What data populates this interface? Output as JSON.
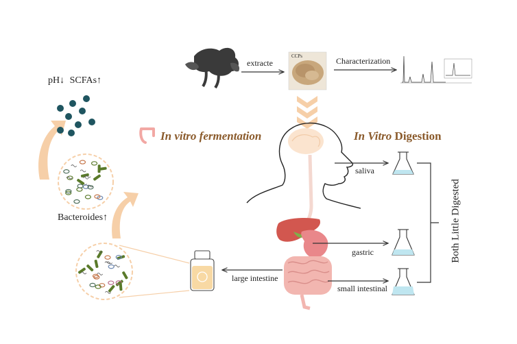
{
  "labels": {
    "extracte": "extracte",
    "ccps": "CCPs",
    "characterization": "Characterization",
    "in_vitro_fermentation": "In vitro fermentation",
    "in_vitro_italic": "In Vitro",
    "digestion_word": "Digestion",
    "saliva": "saliva",
    "gastric": "gastric",
    "small_intestinal": "small intestinal",
    "large_intestine": "large intestine",
    "both_little_digested": "Both Little Digested",
    "ph": "pH",
    "scfas": "SCFAs",
    "down_arrow": "↓",
    "up_arrow": "↑",
    "bacteroides": "Bacteroides"
  },
  "colors": {
    "accent_brown": "#8a5a2b",
    "peach_arrow": "#f6cfa8",
    "dot_teal": "#1f5560",
    "flask_liquid": "#bfe6f0",
    "organ_red": "#d2574f",
    "intestine_pink": "#f2b6b0"
  }
}
